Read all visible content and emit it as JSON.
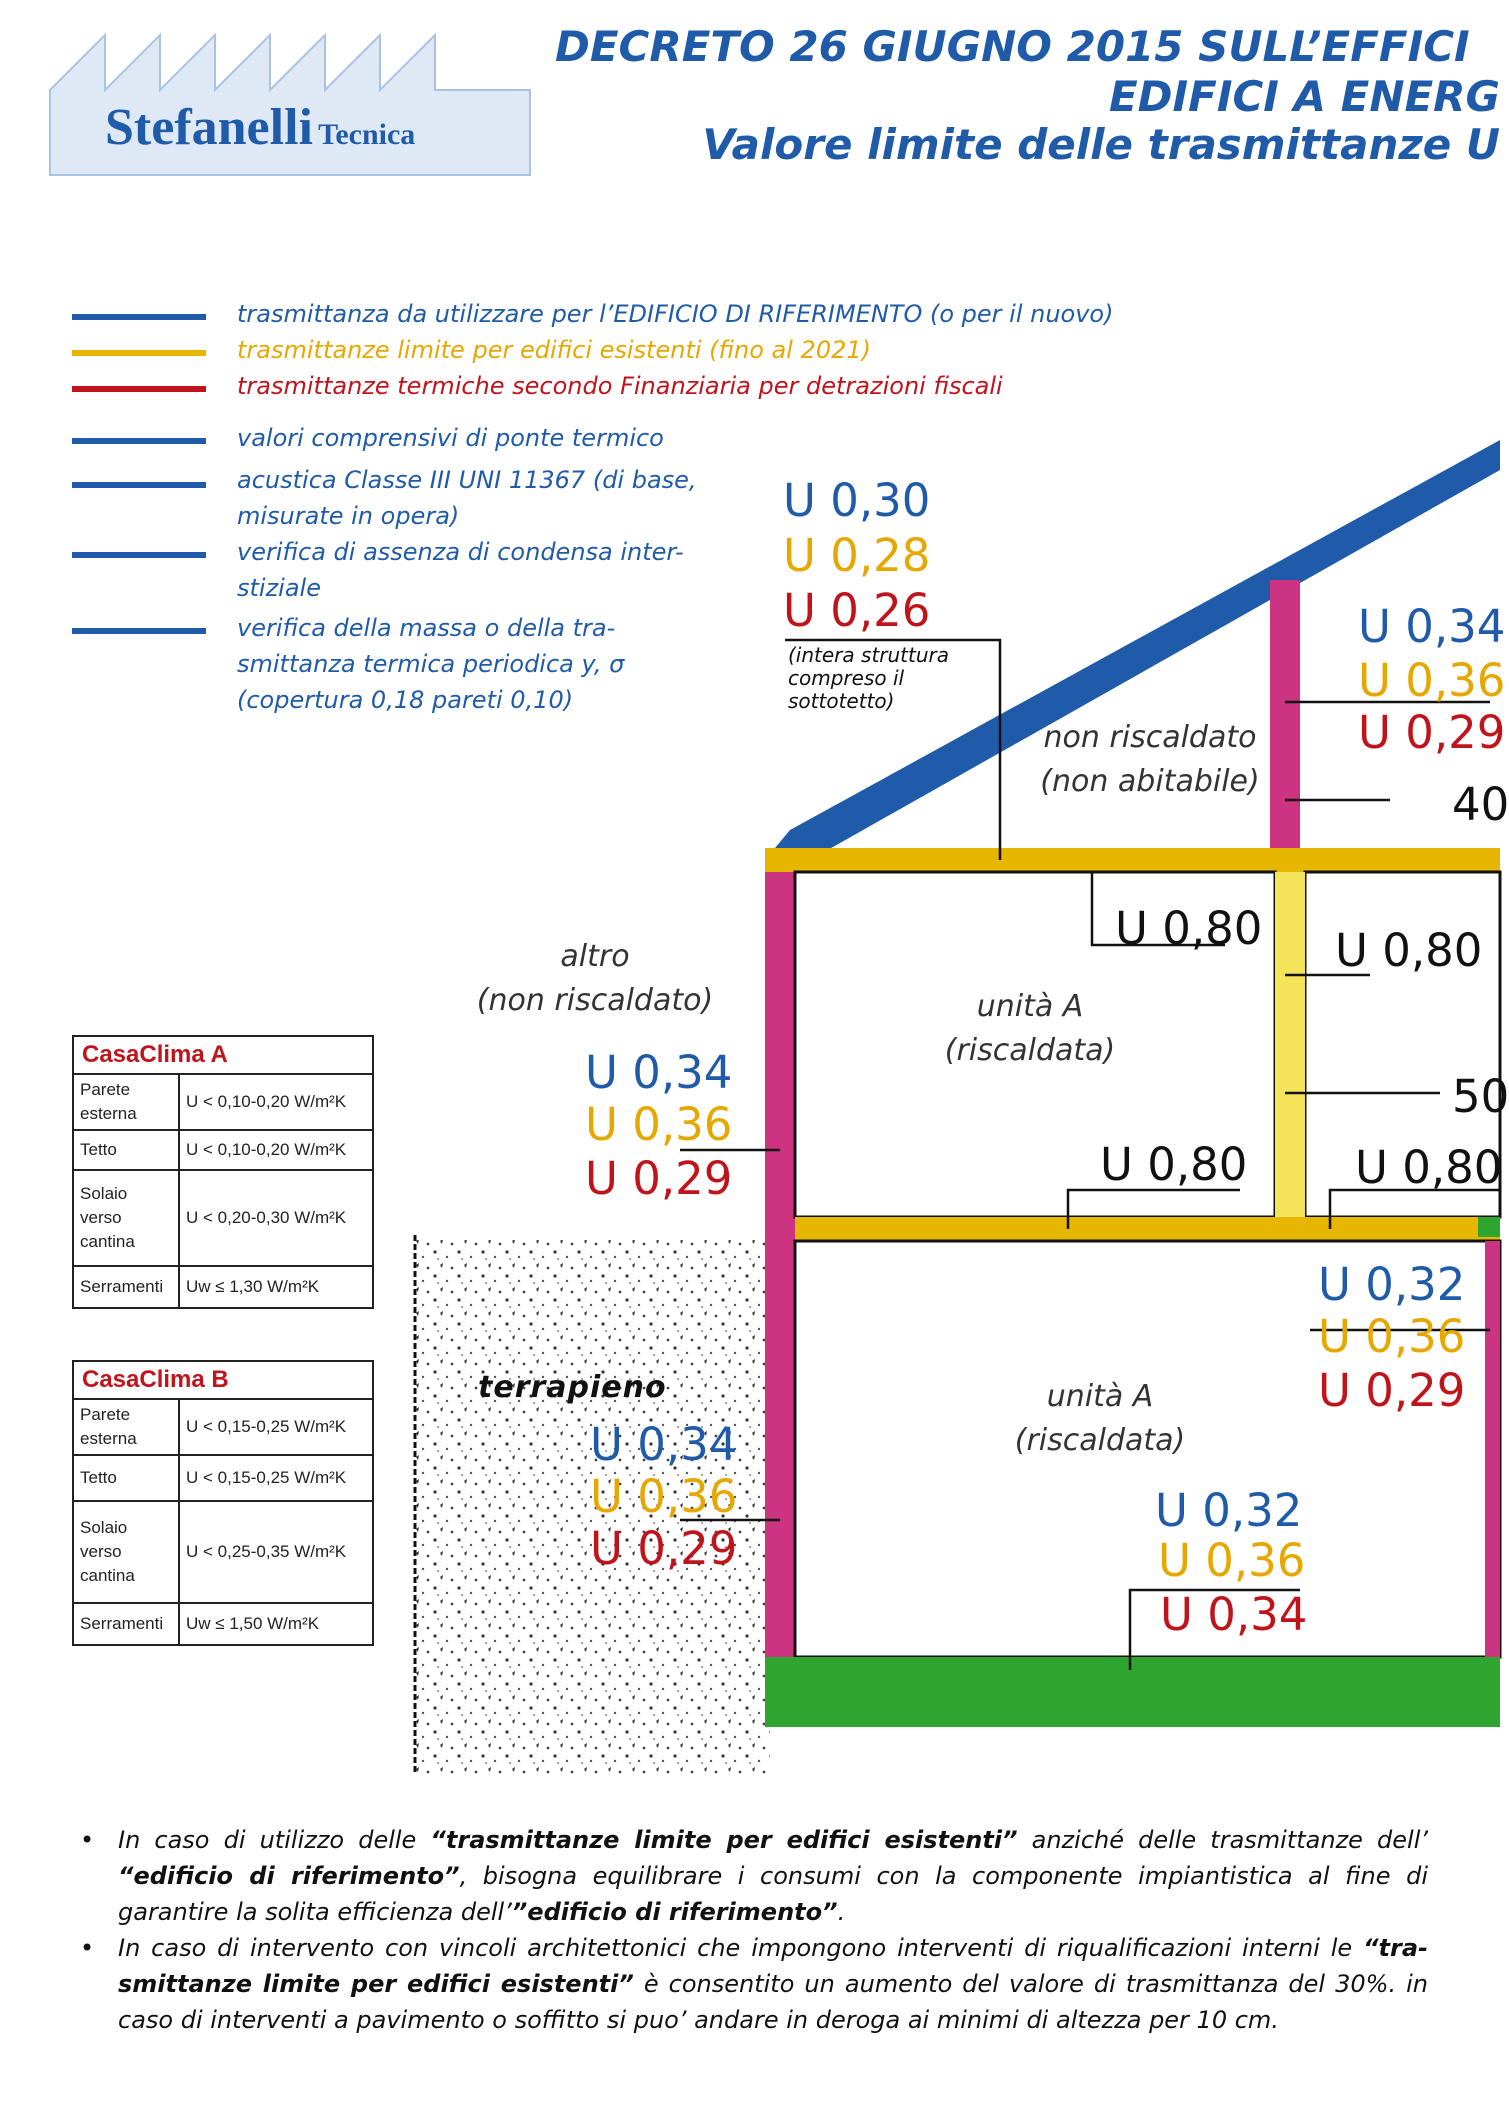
{
  "logo": {
    "name": "Stefanelli",
    "suffix": "Tecnica"
  },
  "header": {
    "line1": "DECRETO 26 GIUGNO 2015 SULL’EFFICI",
    "line2": "EDIFICI A ENERG",
    "line3": "Valore limite delle trasmittanze U"
  },
  "colors": {
    "blue": "#1f5ba8",
    "yellow": "#e6b600",
    "red": "#c0141c",
    "magenta": "#cc3380",
    "green": "#2ea52e",
    "light_yellow": "#f5e35a"
  },
  "legend": [
    {
      "color": "#1f5ba8",
      "text": "trasmittanza da utilizzare per l’EDIFICIO DI RIFERIMENTO (o per il nuovo)"
    },
    {
      "color": "#e6b600",
      "text": "trasmittanze limite per edifici esistenti (fino al 2021)"
    },
    {
      "color": "#c0141c",
      "text": "trasmittanze termiche secondo Finanziaria per detrazioni fiscali"
    },
    {
      "color": "#1f5ba8",
      "text": "valori comprensivi di ponte termico"
    },
    {
      "color": "#1f5ba8",
      "text": "acustica Classe III UNI 11367 (di base, misurate in opera)"
    },
    {
      "color": "#1f5ba8",
      "text": "verifica di assenza di condensa inter-stiziale"
    },
    {
      "color": "#1f5ba8",
      "text": "verifica della massa o della tra-smittanza termica periodica y, σ (copertura 0,18 pareti 0,10)"
    }
  ],
  "roof": {
    "blue": "U 0,30",
    "yellow": "U 0,28",
    "red": "U 0,26",
    "note": "(intera struttura compreso il sottotetto)"
  },
  "attic_wall": {
    "blue": "U 0,34",
    "yellow": "U 0,36",
    "red": "U 0,29",
    "dim": "40"
  },
  "left_wall_upper": {
    "blue": "U 0,34",
    "yellow": "U 0,36",
    "red": "U 0,29"
  },
  "left_wall_lower": {
    "blue": "U 0,34",
    "yellow": "U 0,36",
    "red": "U 0,29"
  },
  "right_wall_lower": {
    "blue": "U 0,32",
    "yellow": "U 0,36",
    "red": "U 0,29"
  },
  "ground_floor": {
    "blue": "U 0,32",
    "yellow": "U 0,36",
    "red": "U 0,34"
  },
  "internal": {
    "ceiling": "U 0,80",
    "partition": "U 0,80",
    "partition_dim": "50",
    "floor_left": "U 0,80",
    "floor_right": "U 0,80"
  },
  "rooms": {
    "attic": [
      "non riscaldato",
      "(non abitabile)"
    ],
    "other": [
      "altro",
      "(non riscaldato)"
    ],
    "unit_upper": [
      "unità A",
      "(riscaldata)"
    ],
    "unit_lower": [
      "unità A",
      "(riscaldata)"
    ],
    "terrapieno": "terrapieno"
  },
  "casaclima_a": {
    "title": "CasaClima A",
    "rows": [
      {
        "label": "Parete esterna",
        "value": "U < 0,10-0,20 W/m²K"
      },
      {
        "label": "Tetto",
        "value": "U < 0,10-0,20 W/m²K"
      },
      {
        "label": "Solaio verso cantina",
        "value": "U < 0,20-0,30 W/m²K"
      },
      {
        "label": "Serramenti",
        "value": "Uw ≤ 1,30 W/m²K"
      }
    ]
  },
  "casaclima_b": {
    "title": "CasaClima B",
    "rows": [
      {
        "label": "Parete esterna",
        "value": "U < 0,15-0,25 W/m²K"
      },
      {
        "label": "Tetto",
        "value": "U < 0,15-0,25 W/m²K"
      },
      {
        "label": "Solaio verso cantina",
        "value": "U < 0,25-0,35 W/m²K"
      },
      {
        "label": "Serramenti",
        "value": "Uw ≤ 1,50 W/m²K"
      }
    ]
  },
  "notes": {
    "n1_a": "In caso di utilizzo delle ",
    "n1_b": "“trasmittanze limite per edifici esistenti”",
    "n1_c": " anziché delle trasmittanze dell’ ",
    "n1_d": "“edificio di riferimento”",
    "n1_e": ", bisogna equilibrare i consumi con la componente impiantistica al fine di garantire la solita efficienza dell’",
    "n1_f": "”edificio di riferimento”",
    "n1_g": ".",
    "n2_a": "In caso di intervento con vincoli architettonici che impongono interventi di riqualificazioni interni le ",
    "n2_b": "“tra-smittanze limite per edifici esistenti”",
    "n2_c": " è consentito un aumento del valore di trasmittanza del 30%. in caso di interventi a pavimento o soffitto si puo’ andare in deroga ai minimi di altezza per 10 cm."
  }
}
